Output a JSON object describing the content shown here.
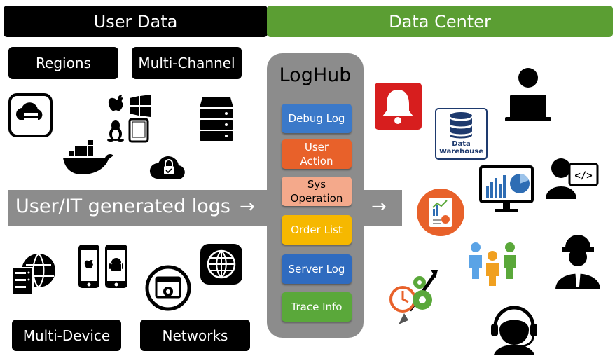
{
  "headers": {
    "user_data": "User Data",
    "data_center": "Data Center"
  },
  "user_labels": {
    "regions": "Regions",
    "multi_channel": "Multi-Channel",
    "multi_device": "Multi-Device",
    "networks": "Networks"
  },
  "arrow_band": {
    "text": "User/IT generated logs",
    "arrow": "→"
  },
  "loghub": {
    "title": "LogHub",
    "items": [
      {
        "label": "Debug Log",
        "color": "#3b79c9"
      },
      {
        "label": "User Action",
        "color": "#e8612a"
      },
      {
        "label": "Sys Operation",
        "color": "#f4a98b",
        "text_color": "#000000"
      },
      {
        "label": "Order List",
        "color": "#f6b800"
      },
      {
        "label": "Server Log",
        "color": "#2f6bbf"
      },
      {
        "label": "Trace Info",
        "color": "#5aa83a"
      }
    ]
  },
  "data_warehouse": {
    "line1": "Data",
    "line2": "Warehouse"
  },
  "icons": [
    "cloud-server-icon",
    "apple-icon",
    "windows-icon",
    "linux-icon",
    "tablet-icon",
    "docker-icon",
    "server-stack-icon",
    "cloud-lock-icon",
    "network-server-globe-icon",
    "iphone-icon",
    "android-phone-icon",
    "gear-window-icon",
    "globe-icon",
    "alarm-bell-icon",
    "database-icon",
    "laptop-user-icon",
    "dashboard-monitor-icon",
    "developer-icon",
    "report-icon",
    "team-icon",
    "gears-clock-icon",
    "engineer-icon",
    "support-agent-icon"
  ]
}
